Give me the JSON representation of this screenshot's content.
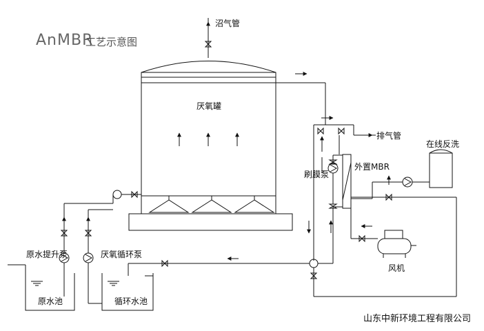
{
  "title": {
    "main": "AnMBR",
    "sub": "工艺示意图"
  },
  "labels": {
    "biogas_pipe": "沼气管",
    "anaerobic_tank": "厌氧罐",
    "exhaust_pipe": "排气管",
    "online_backwash": "在线反洗",
    "external_mbr": "外置MBR",
    "membrane_brush_pump": "刷膜泵",
    "raw_lift_pump": "原水提升泵",
    "anaerobic_circ_pump": "厌氧循环泵",
    "raw_water_tank": "原水池",
    "circ_water_tank": "循环水池",
    "blower": "风机",
    "company": "山东中新环境工程有限公司"
  }
}
